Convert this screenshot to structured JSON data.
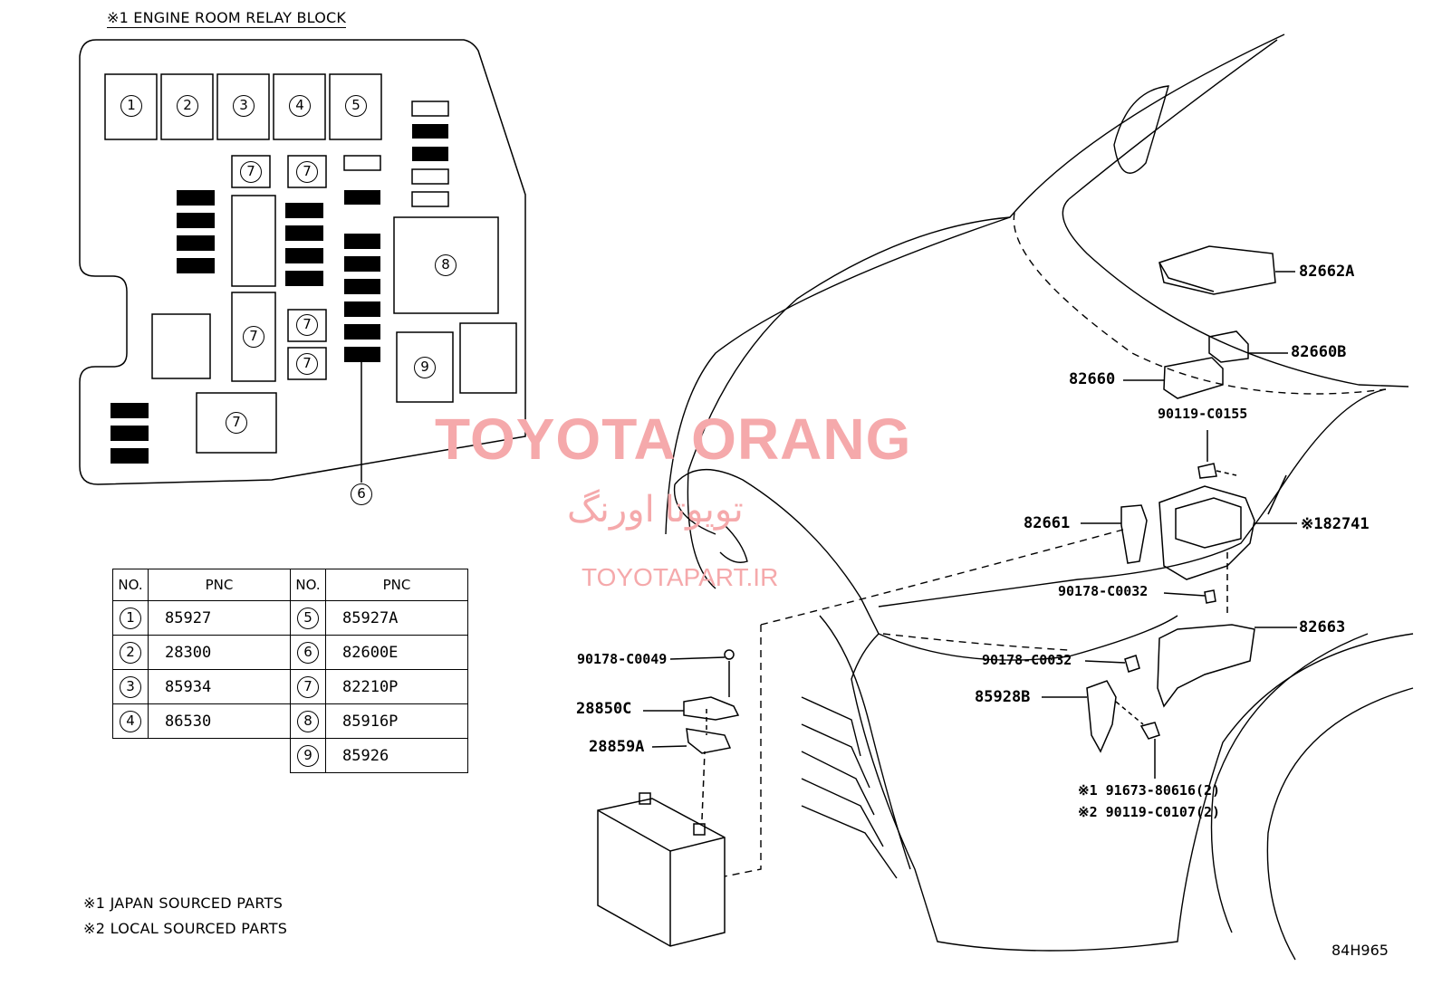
{
  "relay_block": {
    "title": "※1 ENGINE ROOM RELAY BLOCK",
    "slots": [
      "1",
      "2",
      "3",
      "4",
      "5",
      "6",
      "7",
      "8",
      "9"
    ]
  },
  "table": {
    "headers": [
      "NO.",
      "PNC",
      "NO.",
      "PNC"
    ],
    "left_rows": [
      {
        "no": "1",
        "pnc": "85927"
      },
      {
        "no": "2",
        "pnc": "28300"
      },
      {
        "no": "3",
        "pnc": "85934"
      },
      {
        "no": "4",
        "pnc": "86530"
      }
    ],
    "right_rows": [
      {
        "no": "5",
        "pnc": "85927A"
      },
      {
        "no": "6",
        "pnc": "82600E"
      },
      {
        "no": "7",
        "pnc": "82210P"
      },
      {
        "no": "8",
        "pnc": "85916P"
      },
      {
        "no": "9",
        "pnc": "85926"
      }
    ]
  },
  "part_labels": {
    "p82662A": "82662A",
    "p82660B": "82660B",
    "p82660": "82660",
    "p90119_C0155": "90119-C0155",
    "p82661": "82661",
    "p82741": "※182741",
    "p90178_C0032_a": "90178-C0032",
    "p82663": "82663",
    "p90178_C0032_b": "90178-C0032",
    "p90178_C0049": "90178-C0049",
    "p28850C": "28850C",
    "p85928B": "85928B",
    "p28859A": "28859A",
    "p91673": "※1 91673-80616(2)",
    "p90119_C0107": "※2 90119-C0107(2)"
  },
  "notes": [
    "※1 JAPAN SOURCED PARTS",
    "※2 LOCAL SOURCED PARTS"
  ],
  "diagram_code": "84H965",
  "watermark": {
    "line1": "TOYOTA ORANG",
    "line2": "تویوتا اورنگ",
    "line3": "TOYOTAPART.IR"
  }
}
